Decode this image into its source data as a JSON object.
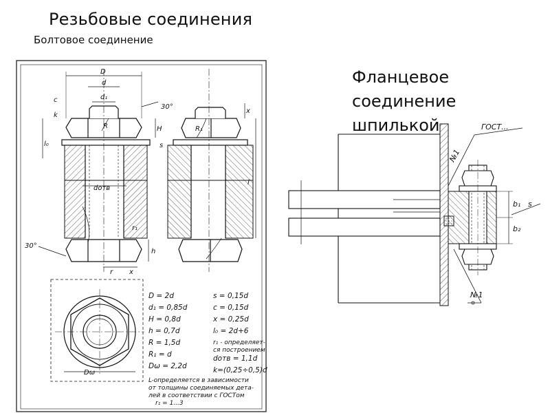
{
  "header": {
    "title": "Резьбовые соединения",
    "subtitle": "Болтовое соединение"
  },
  "flange": {
    "title_lines": [
      "Фланцевое",
      "соединение",
      "шпилькой"
    ],
    "labels": {
      "gost": "ГОСТ...",
      "no1_top": "№1",
      "no1_bottom": "№1",
      "b1": "b₁",
      "b2": "b₂",
      "s": "s"
    }
  },
  "bolt_dims": {
    "D": "D",
    "d": "d",
    "d1": "d₁",
    "angle_top": "30°",
    "angle_bottom": "30°",
    "c": "c",
    "k": "k",
    "H": "H",
    "x": "x",
    "s": "s",
    "l0": "l₀",
    "l": "l",
    "R": "R",
    "R1": "R₁",
    "d_otv": "dотв",
    "r1": "r₁",
    "r": "r",
    "h": "h",
    "x2": "x",
    "D_w": "Dω"
  },
  "formulas": {
    "left": [
      "D = 2d",
      "d₁ = 0,85d",
      "H = 0,8d",
      "h = 0,7d",
      "R = 1,5d",
      "R₁ = d",
      "Dω = 2,2d"
    ],
    "right": [
      "s = 0,15d",
      "c = 0,15d",
      "x = 0,25d",
      "l₀ = 2d+6",
      "r₁ - определяет-",
      "ся построением",
      "dотв = 1,1d",
      "k=(0,25÷0,5)d"
    ],
    "note": [
      "L-определяется в зависимости",
      "от толщины соединяемых дета-",
      "лей в соответствии с ГОСТом",
      "r₁ = 1...3"
    ]
  }
}
